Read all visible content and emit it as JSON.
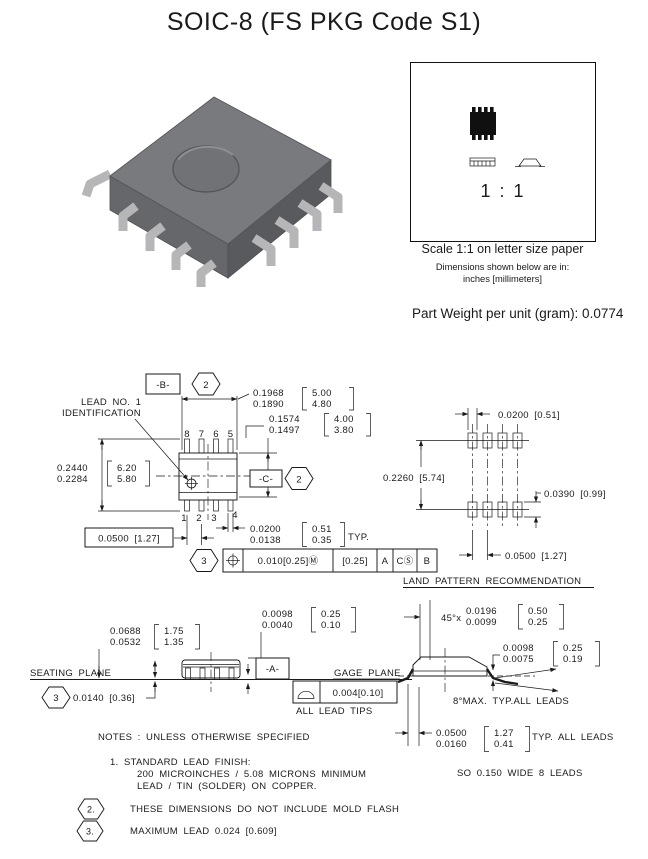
{
  "title": "SOIC-8 (FS PKG Code S1)",
  "scale_panel": {
    "ratio": "1 : 1",
    "caption": "Scale 1:1 on letter size paper",
    "sub1": "Dimensions shown below are in:",
    "sub2": "inches [millimeters]"
  },
  "part_weight_label": "Part Weight per unit (gram):  0.0774",
  "top_view": {
    "datum_b": "-B-",
    "datum_c": "-C-",
    "flag_b": "2",
    "flag_c": "2",
    "lead_id_line1": "LEAD NO. 1",
    "lead_id_line2": "IDENTIFICATION",
    "pins_top": [
      "8",
      "7",
      "6",
      "5"
    ],
    "pins_bottom": [
      "1",
      "2",
      "3",
      "4"
    ],
    "dim_body_len": {
      "in1": "0.1968",
      "in2": "0.1890",
      "mm1": "5.00",
      "mm2": "4.80"
    },
    "dim_body_wid": {
      "in1": "0.1574",
      "in2": "0.1497",
      "mm1": "4.00",
      "mm2": "3.80"
    },
    "dim_span": {
      "in1": "0.2440",
      "in2": "0.2284",
      "mm1": "6.20",
      "mm2": "5.80"
    },
    "dim_pitch_boxed": "0.0500 [1.27]",
    "dim_lead_w": {
      "in1": "0.0200",
      "in2": "0.0138",
      "mm1": "0.51",
      "mm2": "0.35",
      "suffix": "TYP."
    },
    "fcf": {
      "flag": "3",
      "zone": "0.010[0.25]Ⓜ",
      "zone2": "[0.25]",
      "d1": "A",
      "d2": "CⓈ",
      "d3": "B"
    }
  },
  "land_pattern": {
    "dim_pad_w": "0.0200 [0.51]",
    "dim_span": "0.2260 [5.74]",
    "dim_pad_h": "0.0390 [0.99]",
    "dim_pitch": "0.0500 [1.27]",
    "title": "LAND PATTERN RECOMMENDATION"
  },
  "side_view": {
    "seating_plane": "SEATING PLANE",
    "datum_a": "-A-",
    "gage_plane": "GAGE PLANE",
    "dim_height": {
      "in1": "0.0688",
      "in2": "0.0532",
      "mm1": "1.75",
      "mm2": "1.35"
    },
    "dim_coplanarity": {
      "flag": "3",
      "text": "0.0140 [0.36]"
    },
    "dim_standoff": {
      "in1": "0.0098",
      "in2": "0.0040",
      "mm1": "0.25",
      "mm2": "0.10"
    },
    "tip_fcf": {
      "dim": "0.004[0.10]",
      "label": "ALL LEAD TIPS"
    },
    "dim_chamfer": {
      "prefix": "45°x",
      "in1": "0.0196",
      "in2": "0.0099",
      "mm1": "0.50",
      "mm2": "0.25"
    },
    "dim_lead_thk": {
      "in1": "0.0098",
      "in2": "0.0075",
      "mm1": "0.25",
      "mm2": "0.19"
    },
    "angle_note": "8°MAX. TYP.ALL LEADS",
    "dim_foot": {
      "in1": "0.0500",
      "in2": "0.0160",
      "mm1": "1.27",
      "mm2": "0.41",
      "suffix": "TYP. ALL LEADS"
    },
    "so_note": "SO 0.150 WIDE 8 LEADS"
  },
  "notes": {
    "header": "NOTES : UNLESS OTHERWISE SPECIFIED",
    "note1_line1": "1. STANDARD LEAD FINISH:",
    "note1_line2": "200 MICROINCHES / 5.08 MICRONS MINIMUM",
    "note1_line3": "LEAD / TIN (SOLDER) ON COPPER.",
    "note2_flag": "2.",
    "note2_text": "THESE DIMENSIONS DO NOT INCLUDE MOLD FLASH",
    "note3_flag": "3.",
    "note3_text": "MAXIMUM LEAD 0.024 [0.609]"
  },
  "colors": {
    "line": "#1a1a1a",
    "body_top": "#797a7e",
    "body_front": "#66676b",
    "body_right": "#585a5e",
    "lead": "#b6b6b8"
  }
}
